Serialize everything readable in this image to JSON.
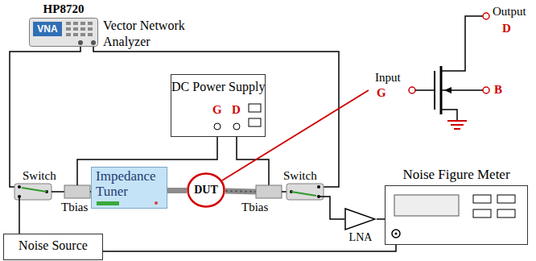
{
  "diagram": {
    "nodes": [
      {
        "text": [
          "HP8720",
          "VNA"
        ]
      },
      {
        "text": [
          "DC Power Supply",
          "G",
          "D"
        ]
      },
      {
        "text": [
          "Impedance Tuner"
        ]
      },
      {
        "text": [
          "DUT"
        ]
      },
      {
        "text": [
          "Noise Source"
        ]
      },
      {
        "text": [
          "LNA"
        ]
      },
      {
        "text": [
          "Noise Figure Meter"
        ]
      }
    ],
    "edges": [
      {
        "from": 2,
        "to": 3,
        "arrow": "none"
      },
      {
        "from": 5,
        "to": 6,
        "arrow": "none"
      },
      {
        "from": 4,
        "to": 6,
        "arrow": "none"
      }
    ],
    "labels": [
      "Vector Network Analyzer",
      "Switch",
      "Tbias",
      "Tbias",
      "Switch",
      "Input",
      "G",
      "B",
      "Output",
      "D"
    ]
  }
}
